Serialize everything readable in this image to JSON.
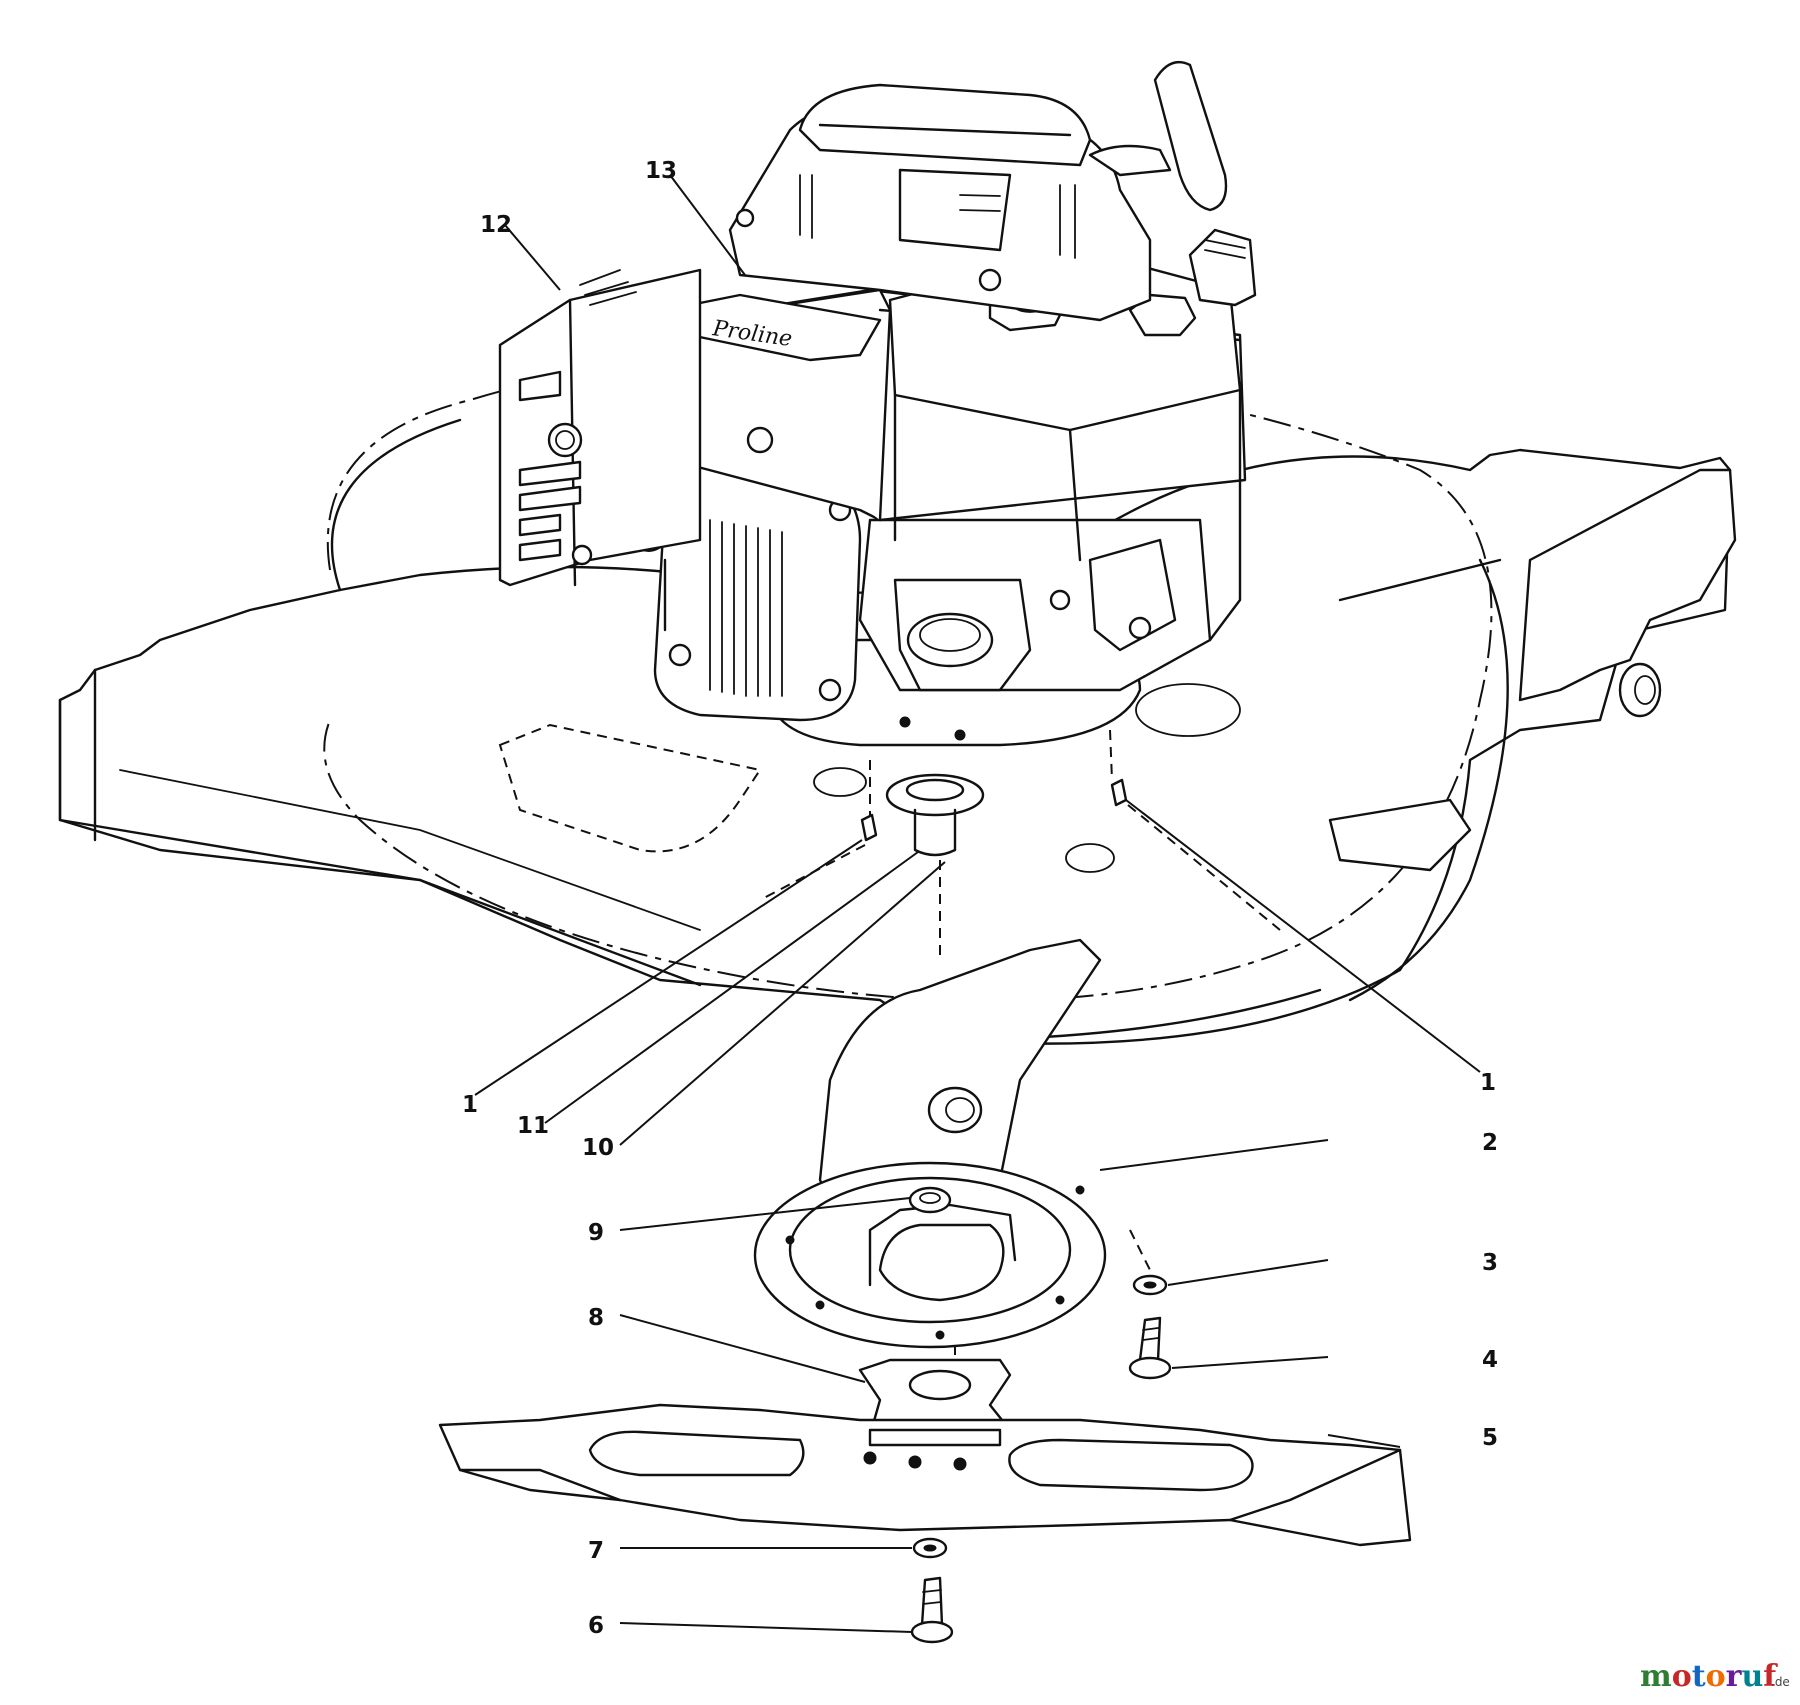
{
  "callouts": [
    {
      "id": "c1a",
      "label": "1"
    },
    {
      "id": "c1b",
      "label": "1"
    },
    {
      "id": "c2",
      "label": "2"
    },
    {
      "id": "c3",
      "label": "3"
    },
    {
      "id": "c4",
      "label": "4"
    },
    {
      "id": "c5",
      "label": "5"
    },
    {
      "id": "c6",
      "label": "6"
    },
    {
      "id": "c7",
      "label": "7"
    },
    {
      "id": "c8",
      "label": "8"
    },
    {
      "id": "c9",
      "label": "9"
    },
    {
      "id": "c10",
      "label": "10"
    },
    {
      "id": "c11",
      "label": "11"
    },
    {
      "id": "c12",
      "label": "12"
    },
    {
      "id": "c13",
      "label": "13"
    }
  ],
  "engine": {
    "brand_label": "Proline"
  },
  "watermark": {
    "text": "motoruf",
    "suffix": ".de",
    "colors": [
      "#2e7d32",
      "#c62828",
      "#1565c0",
      "#ef6c00",
      "#6a1b9a",
      "#00838f",
      "#c62828"
    ]
  }
}
